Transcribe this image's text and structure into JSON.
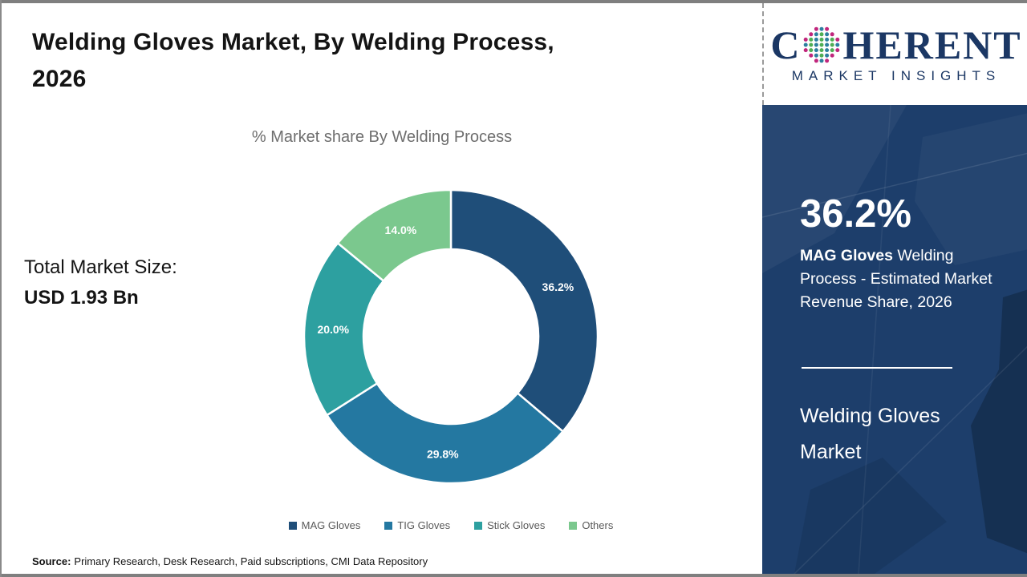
{
  "page": {
    "title_line1": "Welding Gloves Market, By Welding Process,",
    "title_line2": "2026",
    "total_market_label": "Total Market Size:",
    "total_market_value": "USD 1.93 Bn",
    "source_label": "Source:",
    "source_text": "Primary Research, Desk Research, Paid subscriptions, CMI Data Repository"
  },
  "chart_data": {
    "type": "pie",
    "subtype": "donut",
    "title": "% Market share By Welding Process",
    "categories": [
      "MAG Gloves",
      "TIG Gloves",
      "Stick Gloves",
      "Others"
    ],
    "values": [
      36.2,
      29.8,
      20.0,
      14.0
    ],
    "labels": [
      "36.2%",
      "29.8%",
      "20.0%",
      "14.0%"
    ],
    "colors": [
      "#1f4e79",
      "#2478a1",
      "#2da0a0",
      "#7bc88e"
    ],
    "start_angle_deg": 0,
    "direction": "clockwise",
    "legend_position": "bottom",
    "label_color": "#ffffff"
  },
  "logo": {
    "brand_prefix": "C",
    "brand_suffix": "HERENT",
    "subtitle": "MARKET INSIGHTS",
    "globe_icon": "dotted-globe-icon",
    "brand_color": "#1b3764",
    "globe_dot_colors": [
      "#2d7f9f",
      "#4fae54",
      "#c0267c"
    ]
  },
  "side_panel": {
    "highlight_value": "36.2%",
    "highlight_bold": "MAG Gloves",
    "highlight_rest": " Welding Process - Estimated Market Revenue Share, 2026",
    "panel_title": "Welding Gloves Market",
    "background_color": "#1d3e6b"
  }
}
